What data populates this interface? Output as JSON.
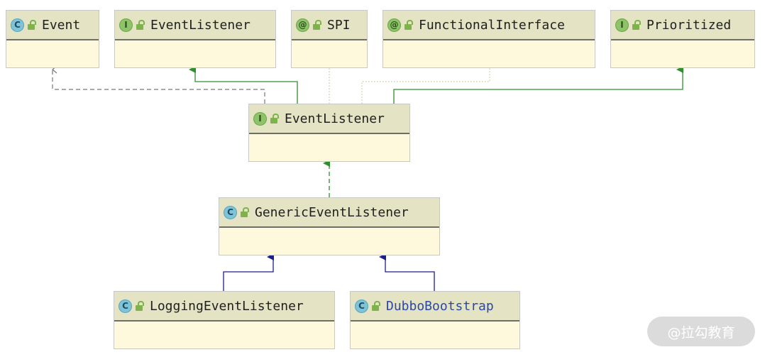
{
  "nodes": {
    "event": {
      "name": "Event",
      "kind": "C"
    },
    "event_listener_top": {
      "name": "EventListener",
      "kind": "I"
    },
    "spi": {
      "name": "SPI",
      "kind": "@"
    },
    "functional_interface": {
      "name": "FunctionalInterface",
      "kind": "@"
    },
    "prioritized": {
      "name": "Prioritized",
      "kind": "I"
    },
    "event_listener": {
      "name": "EventListener",
      "kind": "I"
    },
    "generic_event_listener": {
      "name": "GenericEventListener",
      "kind": "C"
    },
    "logging_event_listener": {
      "name": "LoggingEventListener",
      "kind": "C"
    },
    "dubbo_bootstrap": {
      "name": "DubboBootstrap",
      "kind": "C"
    }
  },
  "edges": [
    {
      "from": "event_listener",
      "to": "event",
      "relation": "dependency"
    },
    {
      "from": "event_listener",
      "to": "event_listener_top",
      "relation": "extends"
    },
    {
      "from": "event_listener",
      "to": "spi",
      "relation": "annotated"
    },
    {
      "from": "event_listener",
      "to": "functional_interface",
      "relation": "annotated"
    },
    {
      "from": "event_listener",
      "to": "prioritized",
      "relation": "extends"
    },
    {
      "from": "generic_event_listener",
      "to": "event_listener",
      "relation": "implements"
    },
    {
      "from": "logging_event_listener",
      "to": "generic_event_listener",
      "relation": "extends"
    },
    {
      "from": "dubbo_bootstrap",
      "to": "generic_event_listener",
      "relation": "extends"
    }
  ],
  "colors": {
    "dependency": "#777777",
    "extends_interface": "#2f8f2f",
    "implements": "#2f8f2f",
    "annotated": "#d8c88c",
    "extends_class": "#1b1f8a"
  },
  "watermark": "@拉勾教育"
}
